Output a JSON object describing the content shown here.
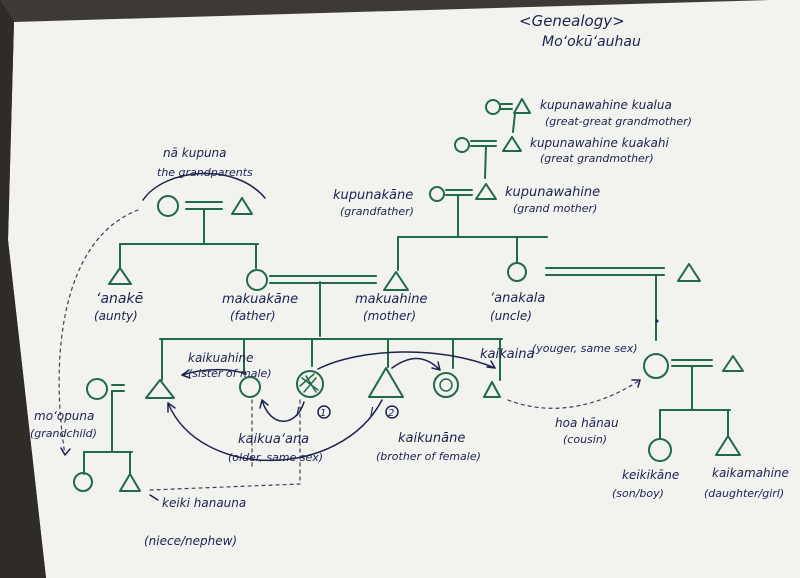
{
  "header": {
    "title": "<Genealogy>",
    "subtitle": "Moʻokūʻauhau"
  },
  "labels": {
    "na_kupuna": "nā kupuna",
    "the_grandparents": "the grandparents",
    "kupunawahine_kualua": "kupunawahine kualua",
    "great_great_grandmother": "(great-great grandmother)",
    "kupunawahine_kuakahi": "kupunawahine kuakahi",
    "great_grandmother": "(great grandmother)",
    "kupunakane": "kupunakāne",
    "grandfather": "(grandfather)",
    "kupunawahine": "kupunawahine",
    "grand_mother": "(grand mother)",
    "anake": "ʻanakē",
    "aunty": "(aunty)",
    "makuakane": "makuakāne",
    "father": "(father)",
    "makuahine": "makuahine",
    "mother": "(mother)",
    "anakala": "ʻanakala",
    "uncle": "(uncle)",
    "kaikuahine": "kaikuahine",
    "sister_of_male": "(sister of male)",
    "kaikaina": "kaikaina",
    "younger_same_sex": "(youger, same sex)",
    "mopuna": "moʻopuna",
    "grandchild": "(grandchild)",
    "kaikuaana": "kaikuaʻana",
    "older_same_sex": "(older, same sex)",
    "kaikunane": "kaikunāne",
    "brother_of_female": "(brother of female)",
    "hoa_hanau": "hoa hānau",
    "cousin": "(cousin)",
    "keiki_hanauna": "keiki hanauna",
    "niece_nephew": "(niece/nephew)",
    "keikikane": "keikikāne",
    "son_boy": "(son/boy)",
    "kaikamahine": "kaikamahine",
    "daughter_girl": "(daughter/girl)",
    "marker_1": "1",
    "marker_2": "2"
  }
}
